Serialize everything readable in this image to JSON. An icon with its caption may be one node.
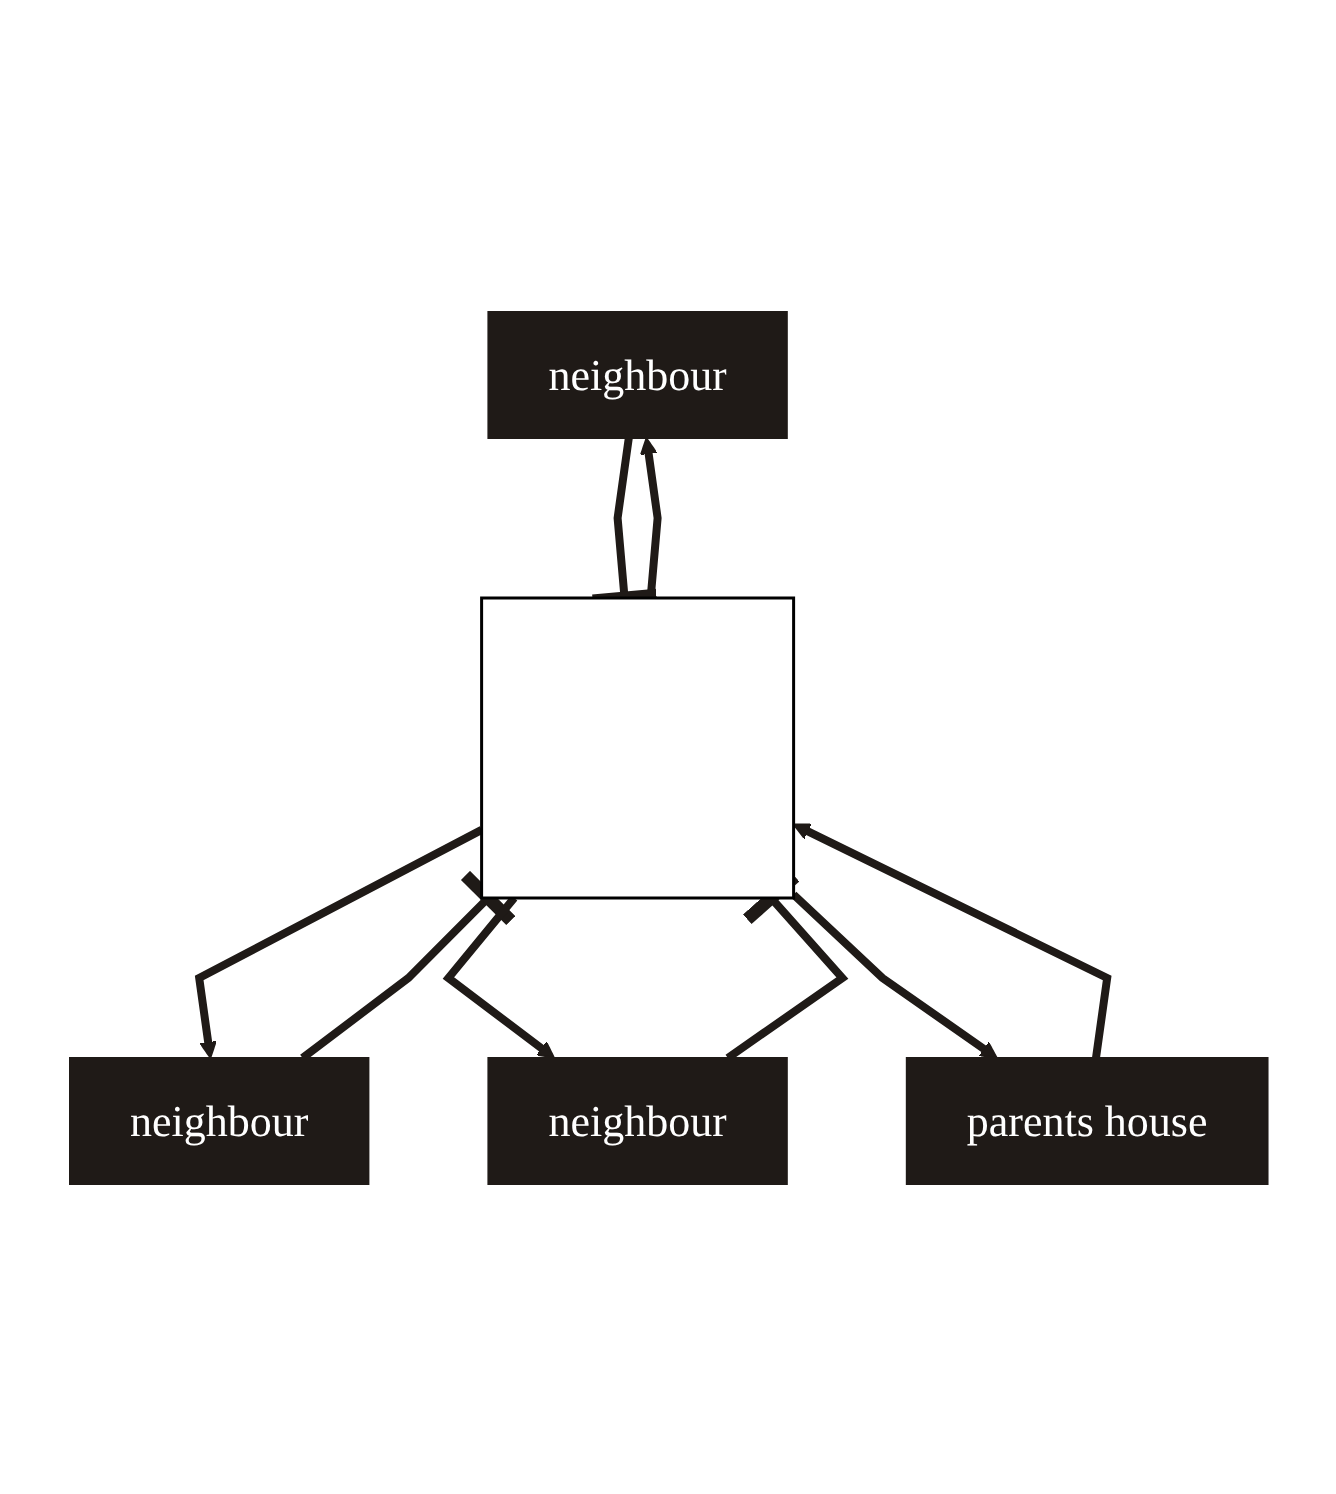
{
  "diagram": {
    "nodes": [
      {
        "text": [
          "neighbour"
        ]
      },
      {
        "text": [
          "neighbour"
        ]
      },
      {
        "text": [],
        "shape": "box"
      },
      {
        "text": [
          "neighbour"
        ]
      },
      {
        "text": [
          "parents house"
        ]
      }
    ],
    "edges": [
      {
        "from": 2,
        "to": 0,
        "arrow": "to"
      },
      {
        "from": 0,
        "to": 2,
        "arrow": "other"
      },
      {
        "from": 1,
        "to": 2,
        "arrow": "other"
      },
      {
        "from": 2,
        "to": 1,
        "arrow": "to"
      },
      {
        "from": 2,
        "to": 3,
        "arrow": "to"
      },
      {
        "from": 3,
        "to": 2,
        "arrow": "other"
      },
      {
        "from": 4,
        "to": 2,
        "arrow": "to"
      },
      {
        "from": 2,
        "to": 4,
        "arrow": "to"
      }
    ]
  }
}
